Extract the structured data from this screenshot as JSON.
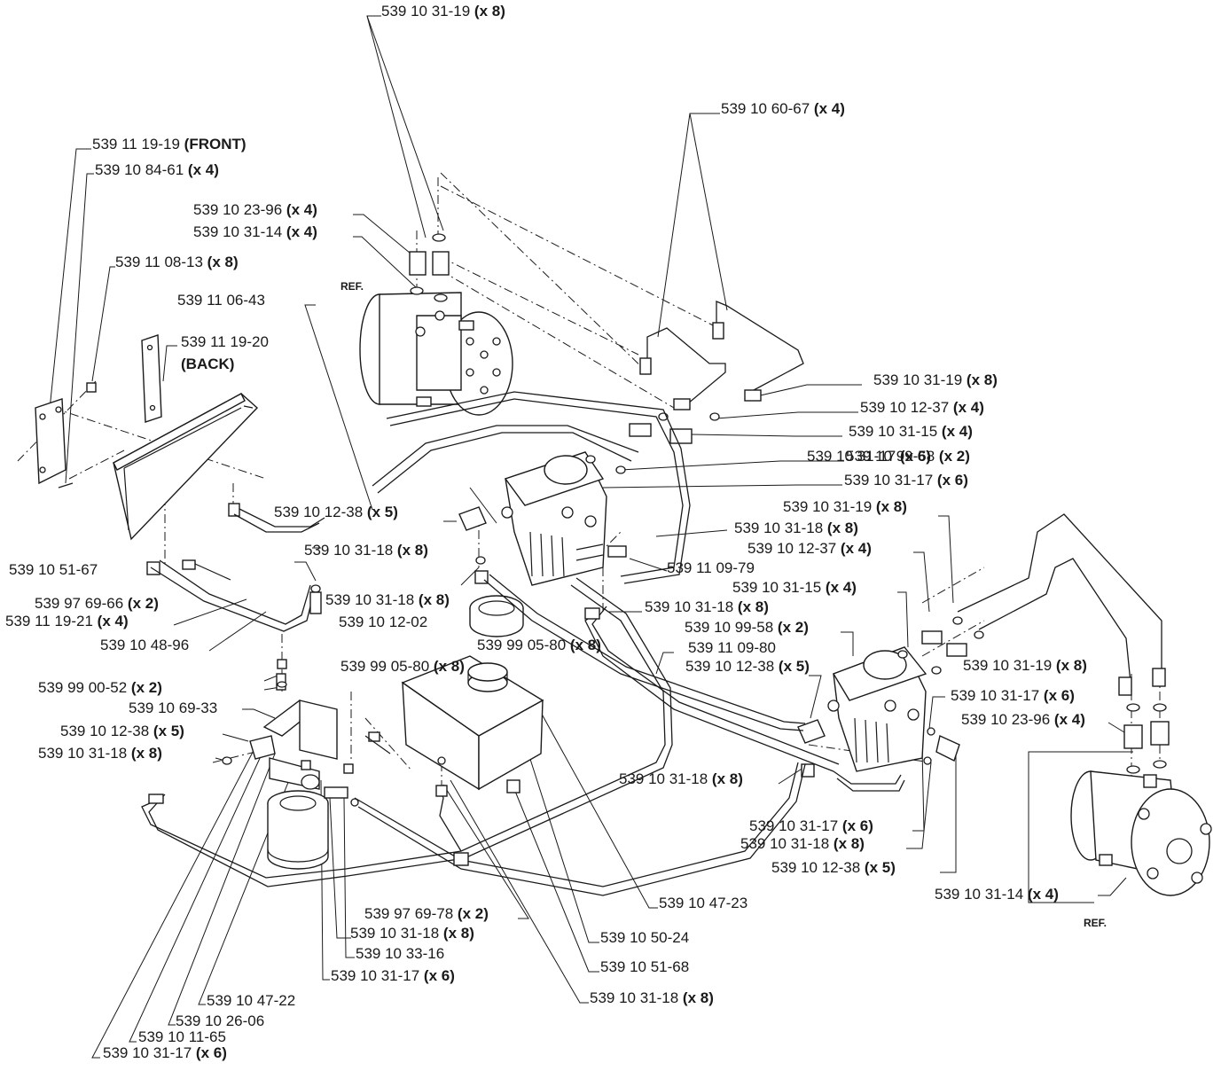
{
  "labels": [
    {
      "code": "539 10 31-19",
      "qty": "(x 8)"
    },
    {
      "code": "539 10 60-67",
      "qty": "(x 4)"
    },
    {
      "code": "539 11 19-19",
      "qty": "(FRONT)"
    },
    {
      "code": "539 10 84-61",
      "qty": "(x 4)"
    },
    {
      "code": "539 10 23-96",
      "qty": "(x 4)"
    },
    {
      "code": "539 10 31-14",
      "qty": "(x 4)"
    },
    {
      "code": "539 11 08-13",
      "qty": "(x 8)"
    },
    {
      "code": "539 11 06-43",
      "qty": ""
    },
    {
      "code": "539 11 19-20",
      "qty": ""
    },
    {
      "code": "",
      "qty": "(BACK)"
    },
    {
      "code": "539 10 31-19",
      "qty": "(x 8)"
    },
    {
      "code": "539 10 12-37",
      "qty": "(x 4)"
    },
    {
      "code": "539 10 31-15",
      "qty": "(x 4)"
    },
    {
      "code": "539 10 31-17",
      "qty": "(x 6)"
    },
    {
      "code": "539 10 99-58",
      "qty": "(x 2)"
    },
    {
      "code": "539 10 31-17",
      "qty": "(x 6)"
    },
    {
      "code": "539 10 31-19",
      "qty": "(x 8)"
    },
    {
      "code": "539 10 12-38",
      "qty": "(x 5)"
    },
    {
      "code": "539 10 31-18",
      "qty": "(x 8)"
    },
    {
      "code": "539 10 12-37",
      "qty": "(x 4)"
    },
    {
      "code": "539 10 31-18",
      "qty": "(x 8)"
    },
    {
      "code": "539 11 09-79",
      "qty": ""
    },
    {
      "code": "539 10 51-67",
      "qty": ""
    },
    {
      "code": "539 10 31-15",
      "qty": "(x 4)"
    },
    {
      "code": "539 97 69-66",
      "qty": "(x 2)"
    },
    {
      "code": "539 10 31-18",
      "qty": "(x 8)"
    },
    {
      "code": "539 10 31-18",
      "qty": "(x 8)"
    },
    {
      "code": "539 11 19-21",
      "qty": "(x 4)"
    },
    {
      "code": "539 10 12-02",
      "qty": ""
    },
    {
      "code": "539 10 99-58",
      "qty": "(x 2)"
    },
    {
      "code": "539 10 48-96",
      "qty": ""
    },
    {
      "code": "539 99 05-80",
      "qty": "(x 8)"
    },
    {
      "code": "539 11 09-80",
      "qty": ""
    },
    {
      "code": "539 99 05-80",
      "qty": "(x 8)"
    },
    {
      "code": "539 10 12-38",
      "qty": "(x 5)"
    },
    {
      "code": "539 10 31-19",
      "qty": "(x 8)"
    },
    {
      "code": "539 99 00-52",
      "qty": "(x 2)"
    },
    {
      "code": "539 10 31-17",
      "qty": "(x 6)"
    },
    {
      "code": "539 10 69-33",
      "qty": ""
    },
    {
      "code": "539 10 23-96",
      "qty": "(x 4)"
    },
    {
      "code": "539 10 12-38",
      "qty": "(x 5)"
    },
    {
      "code": "539 10 31-18",
      "qty": "(x 8)"
    },
    {
      "code": "539 10 31-18",
      "qty": "(x 8)"
    },
    {
      "code": "539 10 31-17",
      "qty": "(x 6)"
    },
    {
      "code": "539 10 31-18",
      "qty": "(x 8)"
    },
    {
      "code": "539 10 12-38",
      "qty": "(x 5)"
    },
    {
      "code": "539 10 31-14",
      "qty": "(x 4)"
    },
    {
      "code": "539 10 47-23",
      "qty": ""
    },
    {
      "code": "539 97 69-78",
      "qty": "(x 2)"
    },
    {
      "code": "539 10 31-18",
      "qty": "(x 8)"
    },
    {
      "code": "539 10 50-24",
      "qty": ""
    },
    {
      "code": "539 10 33-16",
      "qty": ""
    },
    {
      "code": "539 10 51-68",
      "qty": ""
    },
    {
      "code": "539 10 31-17",
      "qty": "(x 6)"
    },
    {
      "code": "539 10 31-18",
      "qty": "(x 8)"
    },
    {
      "code": "539 10 47-22",
      "qty": ""
    },
    {
      "code": "539 10 26-06",
      "qty": ""
    },
    {
      "code": "539 10 11-65",
      "qty": ""
    },
    {
      "code": "539 10 31-17",
      "qty": "(x 6)"
    }
  ],
  "refs": [
    "REF.",
    "REF."
  ]
}
